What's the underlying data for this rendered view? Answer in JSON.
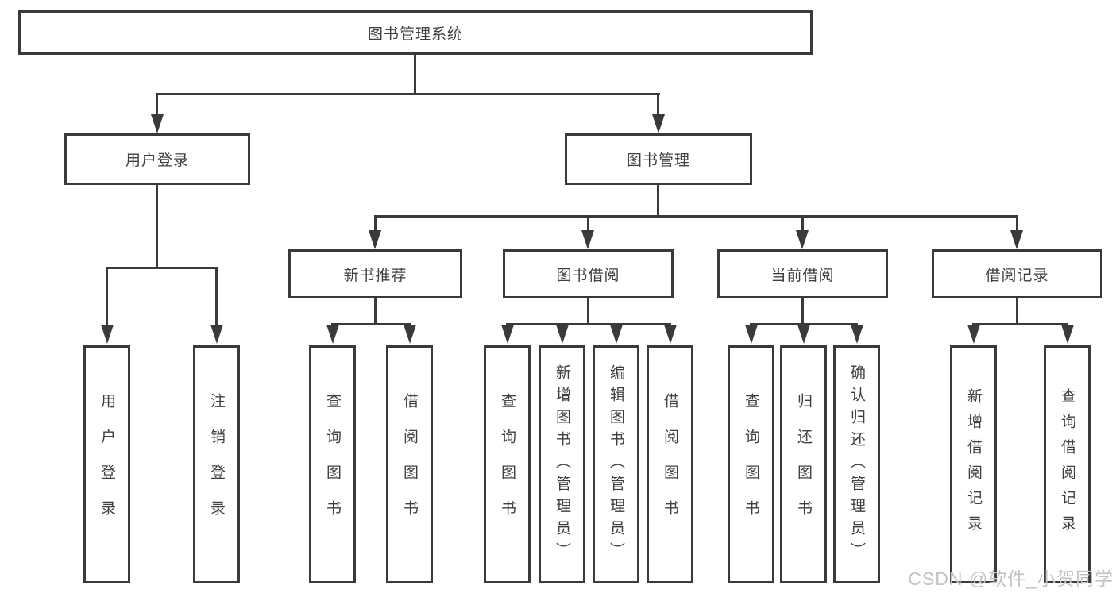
{
  "diagram": {
    "root": {
      "label": "图书管理系统"
    },
    "branches": [
      {
        "label": "用户登录",
        "leaves": [
          "用户登录",
          "注销登录"
        ]
      },
      {
        "label": "图书管理",
        "groups": [
          {
            "label": "新书推荐",
            "leaves": [
              "查询图书",
              "借阅图书"
            ]
          },
          {
            "label": "图书借阅",
            "leaves": [
              "查询图书",
              "新增图书（管理员）",
              "编辑图书（管理员）",
              "借阅图书"
            ]
          },
          {
            "label": "当前借阅",
            "leaves": [
              "查询图书",
              "归还图书",
              "确认归还（管理员）"
            ]
          },
          {
            "label": "借阅记录",
            "leaves": [
              "新增借阅记录",
              "查询借阅记录"
            ]
          }
        ]
      }
    ]
  },
  "watermark": "CSDN @软件_小贺同学",
  "colors": {
    "line": "#3a3a3a",
    "text": "#3f3f3f",
    "watermark": "#c3c3c3",
    "background": "#ffffff"
  }
}
